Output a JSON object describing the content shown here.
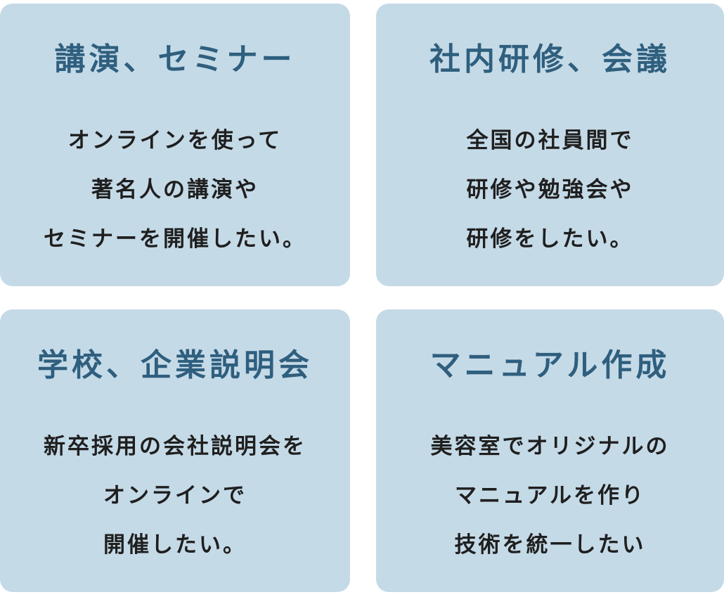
{
  "cards": [
    {
      "title": "講演、セミナー",
      "lines": [
        "オンラインを使って",
        "著名人の講演や",
        "セミナーを開催したい。"
      ]
    },
    {
      "title": "社内研修、会議",
      "lines": [
        "全国の社員間で",
        "研修や勉強会や",
        "研修をしたい。"
      ]
    },
    {
      "title": "学校、企業説明会",
      "lines": [
        "新卒採用の会社説明会を",
        "オンラインで",
        "開催したい。"
      ]
    },
    {
      "title": "マニュアル作成",
      "lines": [
        "美容室でオリジナルの",
        "マニュアルを作り",
        "技術を統一したい"
      ]
    }
  ],
  "colors": {
    "card_background": "#c5dae7",
    "title_color": "#2f5f7e",
    "body_color": "#1f1f1f"
  }
}
